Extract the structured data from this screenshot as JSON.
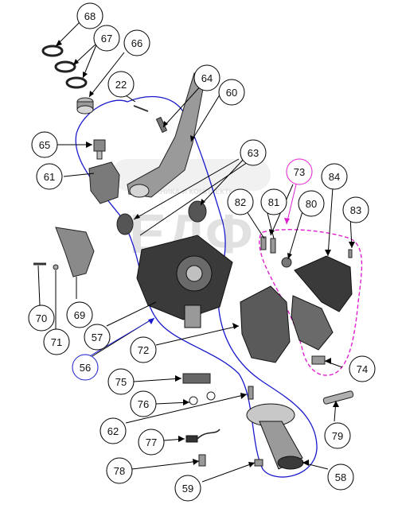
{
  "watermark": {
    "brand": "ЕДФ",
    "caption": "ТЕХНИКА И КОМПЛЕКТЫ"
  },
  "colors": {
    "outline_blue": "#1a1acc",
    "outline_magenta": "#e020d0",
    "leader": "#000000",
    "part_dark": "#3a3a3a",
    "part_mid": "#9a9a9a",
    "part_light": "#d6d6d6"
  },
  "callouts": [
    "68",
    "67",
    "66",
    "22",
    "64",
    "60",
    "65",
    "61",
    "63",
    "73",
    "84",
    "82",
    "81",
    "80",
    "83",
    "70",
    "71",
    "69",
    "57",
    "56",
    "72",
    "74",
    "75",
    "76",
    "62",
    "77",
    "78",
    "79",
    "59",
    "58"
  ],
  "parts": [
    "o-ring",
    "o-ring",
    "o-ring",
    "bushing",
    "bolt",
    "bolt",
    "lever-arm",
    "bolt",
    "bracket",
    "roller",
    "roller",
    "shoe-assembly-group",
    "brake-lining",
    "bolt",
    "pin",
    "clip",
    "screw",
    "washer",
    "bracket",
    "caliper-housing",
    "brake-assembly-group",
    "brake-shoe",
    "pin",
    "plate",
    "washer",
    "bolt",
    "sensor",
    "pin",
    "spring",
    "pin",
    "hub"
  ]
}
